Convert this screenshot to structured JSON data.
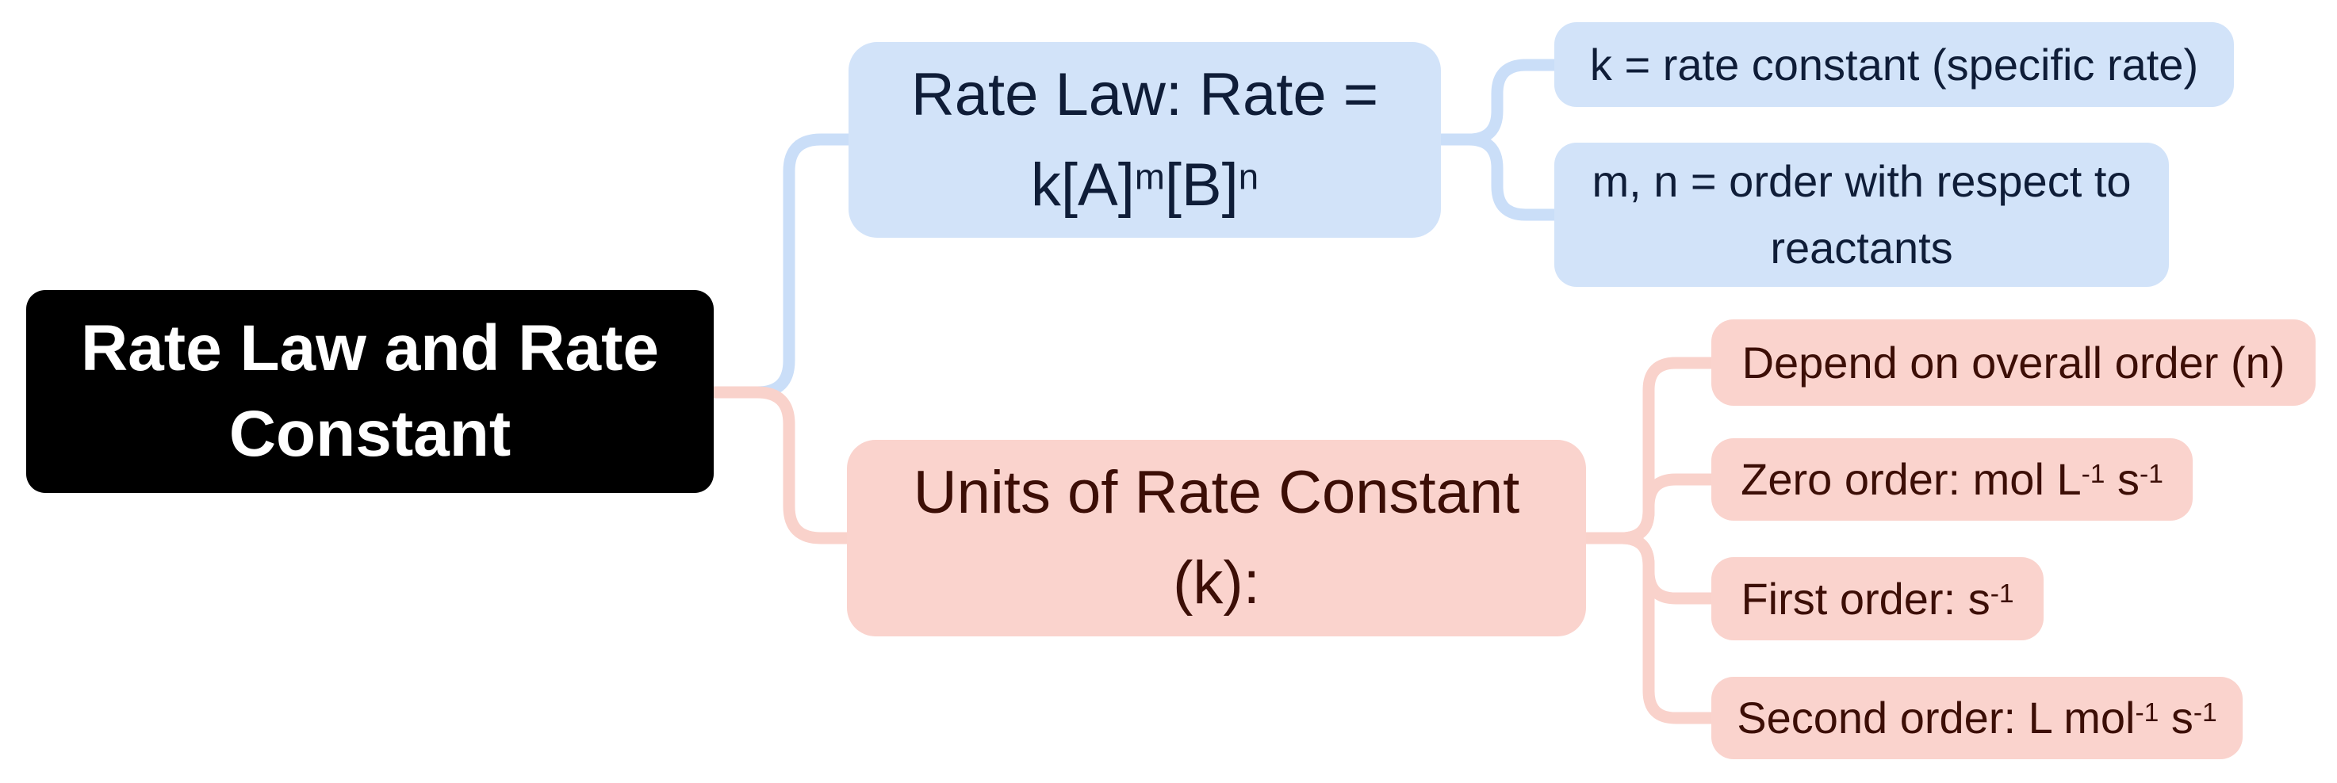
{
  "colors": {
    "background": "#ffffff",
    "root_fill": "#000000",
    "root_text": "#ffffff",
    "blue_fill": "#d2e3f9",
    "blue_edge": "#cadef8",
    "blue_text": "#0f1d38",
    "pink_fill": "#fad3cd",
    "pink_edge": "#f9d2cb",
    "pink_text": "#3c0e06"
  },
  "root": {
    "label_runs": [
      {
        "text": "Rate Law and Rate Constant"
      }
    ]
  },
  "branches": [
    {
      "name": "rate-law",
      "theme": "blue",
      "label_runs": [
        {
          "text": "Rate Law: Rate = k[A]"
        },
        {
          "text": "m",
          "sup": true
        },
        {
          "text": "[B]"
        },
        {
          "text": "n",
          "sup": true
        }
      ],
      "children": [
        {
          "name": "k-definition",
          "label_runs": [
            {
              "text": "k = rate constant (specific rate)"
            }
          ]
        },
        {
          "name": "mn-definition",
          "label_runs": [
            {
              "text": "m, n = order with respect to reactants"
            }
          ]
        }
      ]
    },
    {
      "name": "units-of-rate-constant",
      "theme": "pink",
      "label_runs": [
        {
          "text": "Units of Rate Constant (k):"
        }
      ],
      "children": [
        {
          "name": "depend-overall-order",
          "label_runs": [
            {
              "text": "Depend on overall order (n)"
            }
          ]
        },
        {
          "name": "zero-order",
          "label_runs": [
            {
              "text": "Zero order: mol L"
            },
            {
              "text": "-1",
              "sup": true
            },
            {
              "text": " s"
            },
            {
              "text": "-1",
              "sup": true
            }
          ]
        },
        {
          "name": "first-order",
          "label_runs": [
            {
              "text": "First order: s"
            },
            {
              "text": "-1",
              "sup": true
            }
          ]
        },
        {
          "name": "second-order",
          "label_runs": [
            {
              "text": "Second order: L mol"
            },
            {
              "text": "-1",
              "sup": true
            },
            {
              "text": " s"
            },
            {
              "text": "-1",
              "sup": true
            }
          ]
        }
      ]
    }
  ]
}
